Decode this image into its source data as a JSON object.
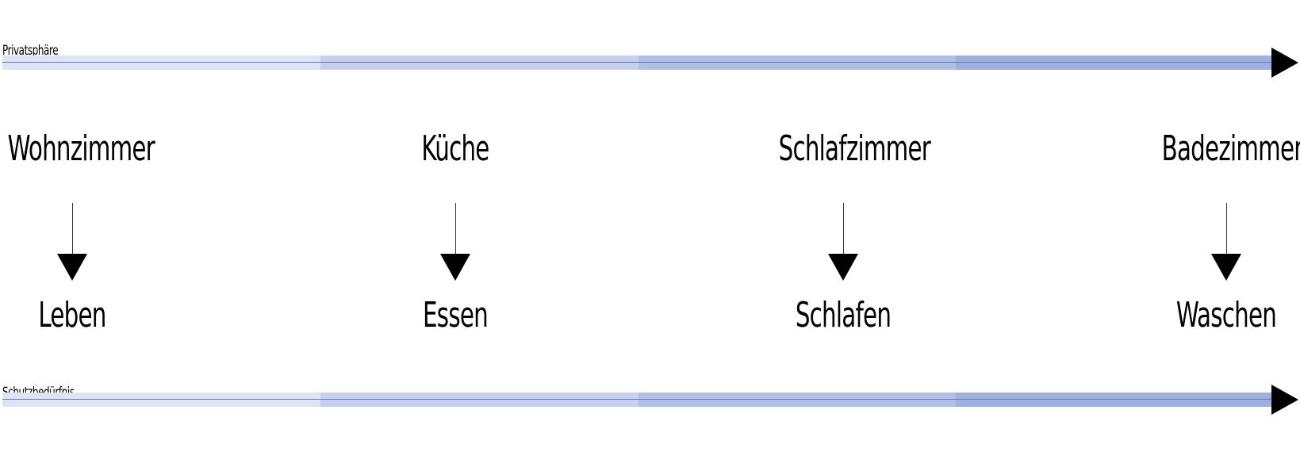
{
  "axes": {
    "top": {
      "label": "Privatsphäre"
    },
    "bottom": {
      "label": "Schutzbedürfnis"
    },
    "band_colors": [
      "#dde4f4",
      "#c5d0ee",
      "#b0bfe6",
      "#9fb0df"
    ],
    "line_color": "#6a78a8",
    "arrow_color": "#000000"
  },
  "rooms": [
    {
      "room": "Wohnzimmer",
      "activity": "Leben"
    },
    {
      "room": "Küche",
      "activity": "Essen"
    },
    {
      "room": "Schlafzimmer",
      "activity": "Schlafen"
    },
    {
      "room": "Badezimmer",
      "activity": "Waschen"
    }
  ]
}
